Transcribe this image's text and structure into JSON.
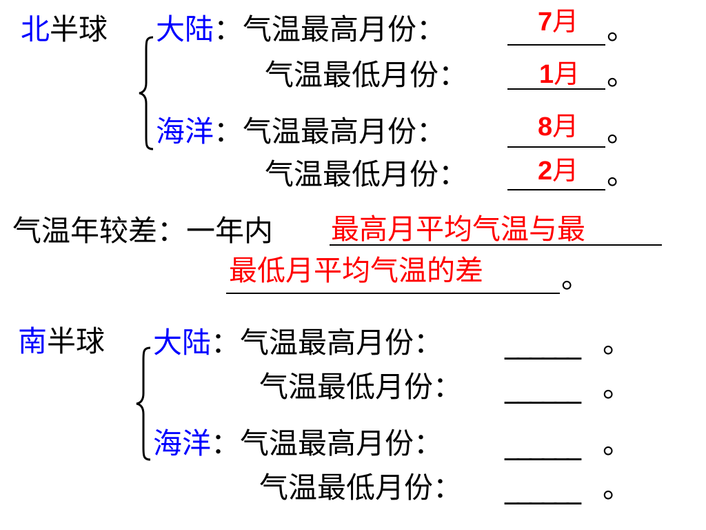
{
  "colors": {
    "highlight": "#0000ff",
    "answer": "#ff0000",
    "text": "#000000"
  },
  "north": {
    "hemi_prefix": "北",
    "hemi_suffix": "半球",
    "continent": {
      "label": "大陆",
      "colon": "：",
      "high": {
        "label": "气温最高月份：",
        "num": "7",
        "unit": "月",
        "period": "。"
      },
      "low": {
        "label": "气温最低月份：",
        "num": "1",
        "unit": "月",
        "period": "。"
      }
    },
    "ocean": {
      "label": "海洋",
      "colon": "：",
      "high": {
        "label": "气温最高月份：",
        "num": "8",
        "unit": "月",
        "period": "。"
      },
      "low": {
        "label": "气温最低月份：",
        "num": "2",
        "unit": "月",
        "period": "。"
      }
    }
  },
  "range": {
    "label": "气温年较差：一年内",
    "answer_line1": "最高月平均气温与最",
    "answer_line2": "最低月平均气温的差",
    "period": "。"
  },
  "south": {
    "hemi_prefix": "南",
    "hemi_suffix": "半球",
    "continent": {
      "label": "大陆",
      "colon": "：",
      "high": {
        "label": "气温最高月份：",
        "blank": "______",
        "period": "。"
      },
      "low": {
        "label": "气温最低月份：",
        "blank": "______",
        "period": "。"
      }
    },
    "ocean": {
      "label": "海洋",
      "colon": "：",
      "high": {
        "label": "气温最高月份：",
        "blank": "______",
        "period": "。"
      },
      "low": {
        "label": "气温最低月份：",
        "blank": "______",
        "period": "。"
      }
    }
  }
}
